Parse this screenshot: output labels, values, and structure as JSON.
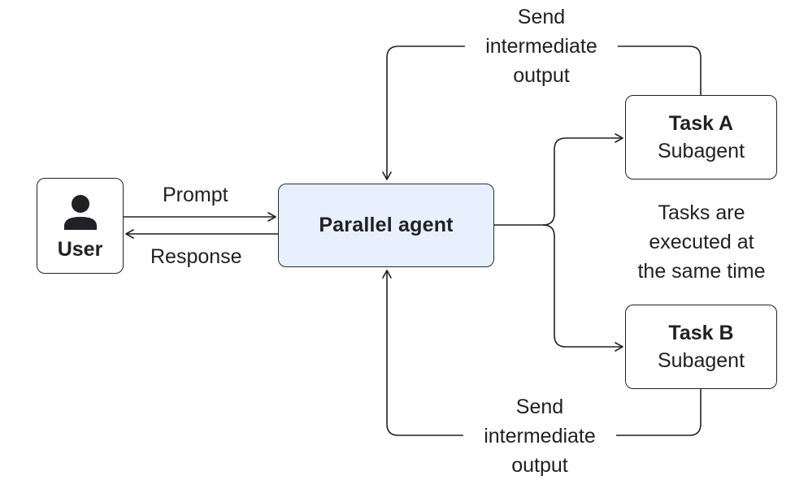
{
  "user": {
    "label": "User",
    "icon": "person-icon"
  },
  "agent": {
    "label": "Parallel agent"
  },
  "task_a": {
    "title": "Task A",
    "subtitle": "Subagent"
  },
  "task_b": {
    "title": "Task B",
    "subtitle": "Subagent"
  },
  "edges": {
    "prompt": "Prompt",
    "response": "Response",
    "send_top": [
      "Send",
      "intermediate",
      "output"
    ],
    "send_bottom": [
      "Send",
      "intermediate",
      "output"
    ]
  },
  "note": [
    "Tasks are",
    "executed at",
    "the same time"
  ],
  "colors": {
    "agent_fill": "#e8f0fe",
    "stroke": "#202124",
    "text": "#202124"
  }
}
